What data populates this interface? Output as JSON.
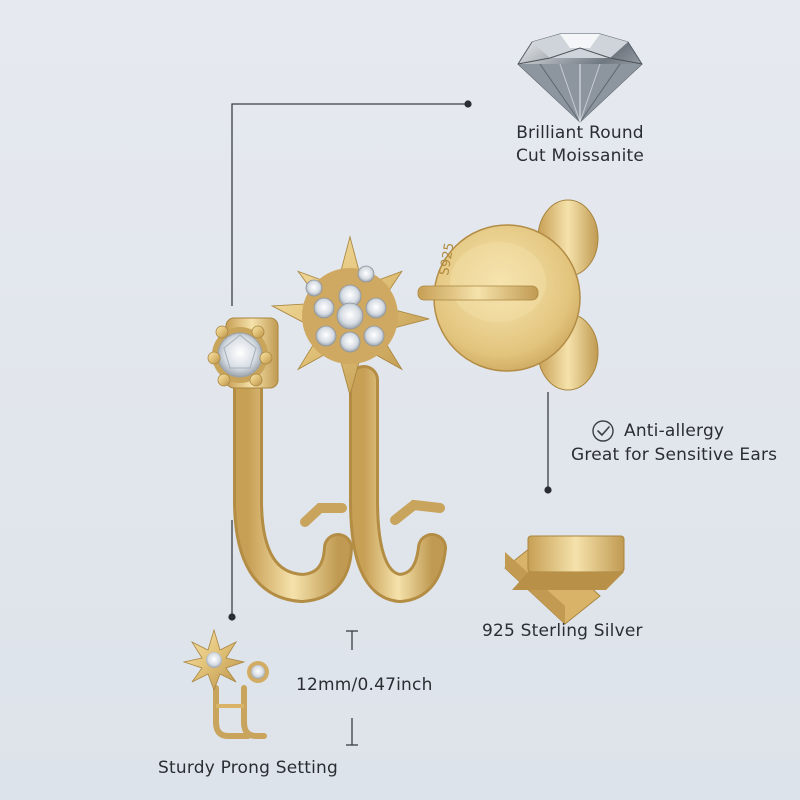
{
  "features": {
    "stone": {
      "line1": "Brilliant Round",
      "line2": "Cut Moissanite",
      "icon": "diamond-icon"
    },
    "allergy": {
      "line1": "Anti-allergy",
      "line2": "Great for Sensitive Ears",
      "icon": "check-circle-icon"
    },
    "material": {
      "label": "925 Sterling Silver",
      "icon": "silver-bar-icon"
    },
    "size": {
      "label": "12mm/0.47inch"
    },
    "setting": {
      "label": "Sturdy Prong Setting"
    }
  },
  "colors": {
    "background": "#e3e8ee",
    "gold": "#e3c47a",
    "gold_dark": "#b08a3e",
    "text": "#2a2d31",
    "line": "#3b3e42"
  }
}
